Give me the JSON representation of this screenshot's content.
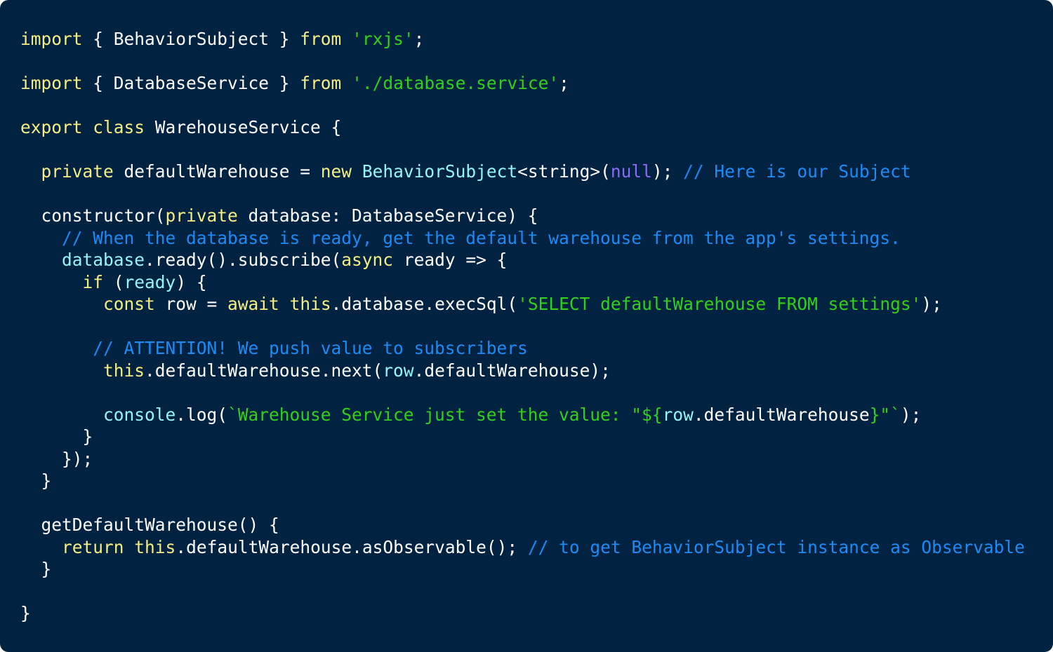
{
  "editor": {
    "language": "typescript",
    "colors": {
      "background": "#012241",
      "plain": "#ffffff",
      "keyword": "#f4ed84",
      "string": "#32d01c",
      "comment": "#1c8bf5",
      "class": "#96f5f5",
      "variable": "#96f5f5",
      "null": "#8a6cf7"
    },
    "lines": [
      [
        {
          "t": "import",
          "k": "keyword"
        },
        {
          "t": " { BehaviorSubject } ",
          "k": "plain"
        },
        {
          "t": "from",
          "k": "keyword"
        },
        {
          "t": " ",
          "k": "plain"
        },
        {
          "t": "'rxjs'",
          "k": "string"
        },
        {
          "t": ";",
          "k": "plain"
        }
      ],
      [],
      [
        {
          "t": "import",
          "k": "keyword"
        },
        {
          "t": " { DatabaseService } ",
          "k": "plain"
        },
        {
          "t": "from",
          "k": "keyword"
        },
        {
          "t": " ",
          "k": "plain"
        },
        {
          "t": "'./database.service'",
          "k": "string"
        },
        {
          "t": ";",
          "k": "plain"
        }
      ],
      [],
      [
        {
          "t": "export",
          "k": "keyword"
        },
        {
          "t": " ",
          "k": "plain"
        },
        {
          "t": "class",
          "k": "keyword"
        },
        {
          "t": " WarehouseService {",
          "k": "plain"
        }
      ],
      [],
      [
        {
          "t": "  ",
          "k": "plain"
        },
        {
          "t": "private",
          "k": "keyword"
        },
        {
          "t": " defaultWarehouse = ",
          "k": "plain"
        },
        {
          "t": "new",
          "k": "keyword"
        },
        {
          "t": " ",
          "k": "plain"
        },
        {
          "t": "BehaviorSubject",
          "k": "class"
        },
        {
          "t": "<string>(",
          "k": "plain"
        },
        {
          "t": "null",
          "k": "null"
        },
        {
          "t": "); ",
          "k": "plain"
        },
        {
          "t": "// Here is our Subject",
          "k": "comment"
        }
      ],
      [],
      [
        {
          "t": "  constructor(",
          "k": "plain"
        },
        {
          "t": "private",
          "k": "keyword"
        },
        {
          "t": " database: DatabaseService) {",
          "k": "plain"
        }
      ],
      [
        {
          "t": "    ",
          "k": "plain"
        },
        {
          "t": "// When the database is ready, get the default warehouse from the app's settings.",
          "k": "comment"
        }
      ],
      [
        {
          "t": "    ",
          "k": "plain"
        },
        {
          "t": "database",
          "k": "var"
        },
        {
          "t": ".ready().subscribe(",
          "k": "plain"
        },
        {
          "t": "async",
          "k": "keyword"
        },
        {
          "t": " ready => {",
          "k": "plain"
        }
      ],
      [
        {
          "t": "      ",
          "k": "plain"
        },
        {
          "t": "if",
          "k": "keyword"
        },
        {
          "t": " (",
          "k": "plain"
        },
        {
          "t": "ready",
          "k": "var"
        },
        {
          "t": ") {",
          "k": "plain"
        }
      ],
      [
        {
          "t": "        ",
          "k": "plain"
        },
        {
          "t": "const",
          "k": "keyword"
        },
        {
          "t": " row = ",
          "k": "plain"
        },
        {
          "t": "await",
          "k": "keyword"
        },
        {
          "t": " ",
          "k": "plain"
        },
        {
          "t": "this",
          "k": "keyword"
        },
        {
          "t": ".database.execSql(",
          "k": "plain"
        },
        {
          "t": "'SELECT defaultWarehouse FROM settings'",
          "k": "string"
        },
        {
          "t": ");",
          "k": "plain"
        }
      ],
      [],
      [
        {
          "t": "       ",
          "k": "plain"
        },
        {
          "t": "// ATTENTION! We push value to subscribers",
          "k": "comment"
        }
      ],
      [
        {
          "t": "        ",
          "k": "plain"
        },
        {
          "t": "this",
          "k": "keyword"
        },
        {
          "t": ".defaultWarehouse.next(",
          "k": "plain"
        },
        {
          "t": "row",
          "k": "var"
        },
        {
          "t": ".defaultWarehouse);",
          "k": "plain"
        }
      ],
      [],
      [
        {
          "t": "        ",
          "k": "plain"
        },
        {
          "t": "console",
          "k": "var"
        },
        {
          "t": ".log(",
          "k": "plain"
        },
        {
          "t": "`Warehouse Service just set the value: \"${",
          "k": "string"
        },
        {
          "t": "row",
          "k": "var"
        },
        {
          "t": ".defaultWarehouse",
          "k": "plain"
        },
        {
          "t": "}\"`",
          "k": "string"
        },
        {
          "t": ");",
          "k": "plain"
        }
      ],
      [
        {
          "t": "      }",
          "k": "plain"
        }
      ],
      [
        {
          "t": "    });",
          "k": "plain"
        }
      ],
      [
        {
          "t": "  }",
          "k": "plain"
        }
      ],
      [],
      [
        {
          "t": "  getDefaultWarehouse() {",
          "k": "plain"
        }
      ],
      [
        {
          "t": "    ",
          "k": "plain"
        },
        {
          "t": "return",
          "k": "keyword"
        },
        {
          "t": " ",
          "k": "plain"
        },
        {
          "t": "this",
          "k": "keyword"
        },
        {
          "t": ".defaultWarehouse.asObservable(); ",
          "k": "plain"
        },
        {
          "t": "// to get BehaviorSubject instance as Observable",
          "k": "comment"
        }
      ],
      [
        {
          "t": "  }",
          "k": "plain"
        }
      ],
      [],
      [
        {
          "t": "}",
          "k": "plain"
        }
      ]
    ]
  }
}
